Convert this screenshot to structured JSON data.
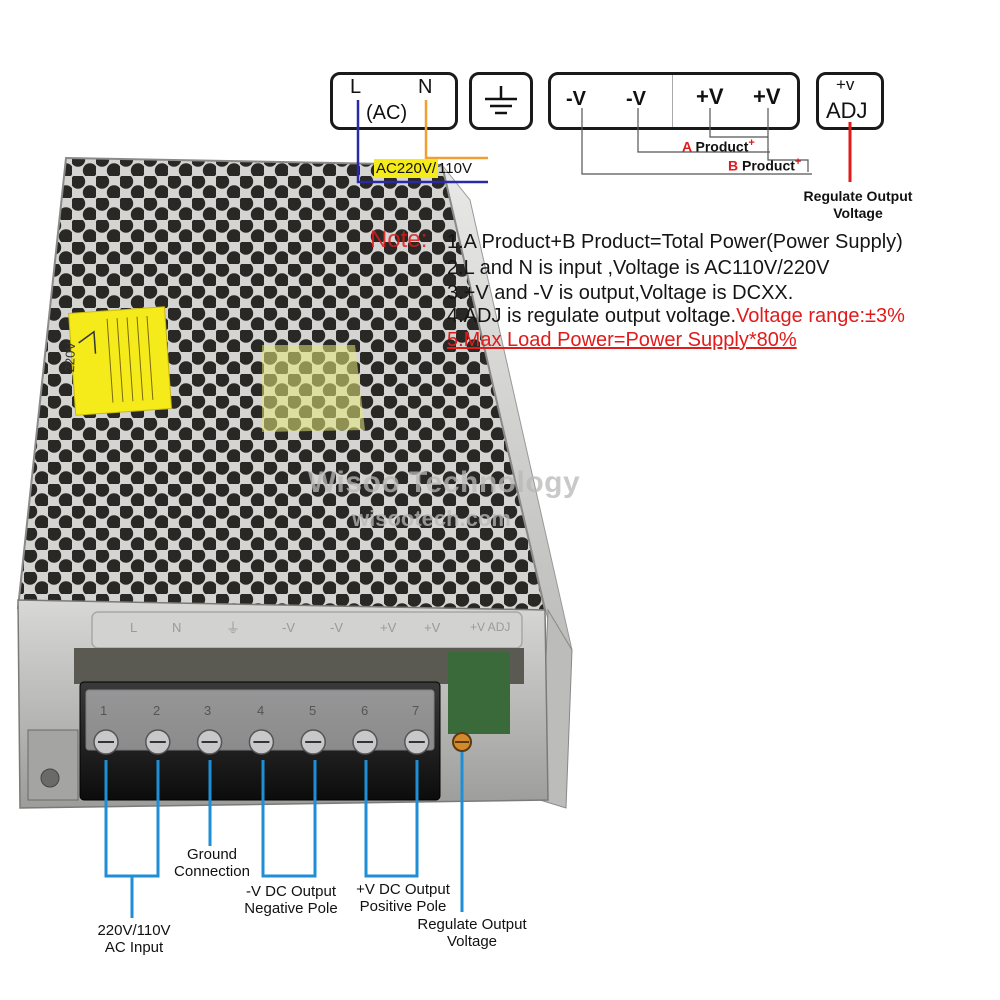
{
  "top_terminals": {
    "ac_box": {
      "l": "L",
      "n": "N",
      "ac": "(AC)"
    },
    "ground_icon": "ground-icon",
    "dc_box": {
      "neg1": "-V",
      "neg2": "-V",
      "pos1": "+V",
      "pos2": "+V"
    },
    "adj_box": {
      "top": "+v",
      "label": "ADJ"
    }
  },
  "wiring": {
    "ac_voltage_a": "AC220V/",
    "ac_voltage_b": "110V",
    "a_letter": "A",
    "a_product": "Product",
    "b_letter": "B",
    "b_product": "Product",
    "plus": "+",
    "regulate_line1": "Regulate Output",
    "regulate_line2": "Voltage"
  },
  "notes": {
    "prefix": "Note:",
    "line1": "1.A Product+B Product=Total Power(Power Supply)",
    "line2": "2.L and N is input ,Voltage is AC110V/220V",
    "line3": "3.+V and -V is output,Voltage is DCXX.",
    "line4a": "4.ADJ is regulate output voltage.",
    "line4b": "Voltage range:±3%",
    "line5": "5.Max Load Power=Power  Supply*80%"
  },
  "watermark": {
    "line1": "Wisoo Technology",
    "line2": "wisootech.com"
  },
  "device": {
    "label_220v": "220V",
    "cover_labels": [
      "L",
      "N",
      "⏚",
      "-V",
      "-V",
      "+V",
      "+V",
      "+V ADJ"
    ],
    "terminal_numbers": [
      "1",
      "2",
      "3",
      "4",
      "5",
      "6",
      "7"
    ]
  },
  "callouts": {
    "ac_input": [
      "220V/110V",
      "AC Input"
    ],
    "ground": [
      "Ground",
      "Connection"
    ],
    "neg": [
      "-V DC  Output",
      "Negative Pole"
    ],
    "pos": [
      "+V DC  Output",
      "Positive Pole"
    ],
    "regulate": [
      "Regulate Output",
      "Voltage"
    ]
  },
  "colors": {
    "callout_blue": "#1e8fd6",
    "red": "#e11a1a",
    "orange": "#f0a030",
    "navy": "#2a2aa8",
    "label_yellow": "#f5ea1a"
  }
}
